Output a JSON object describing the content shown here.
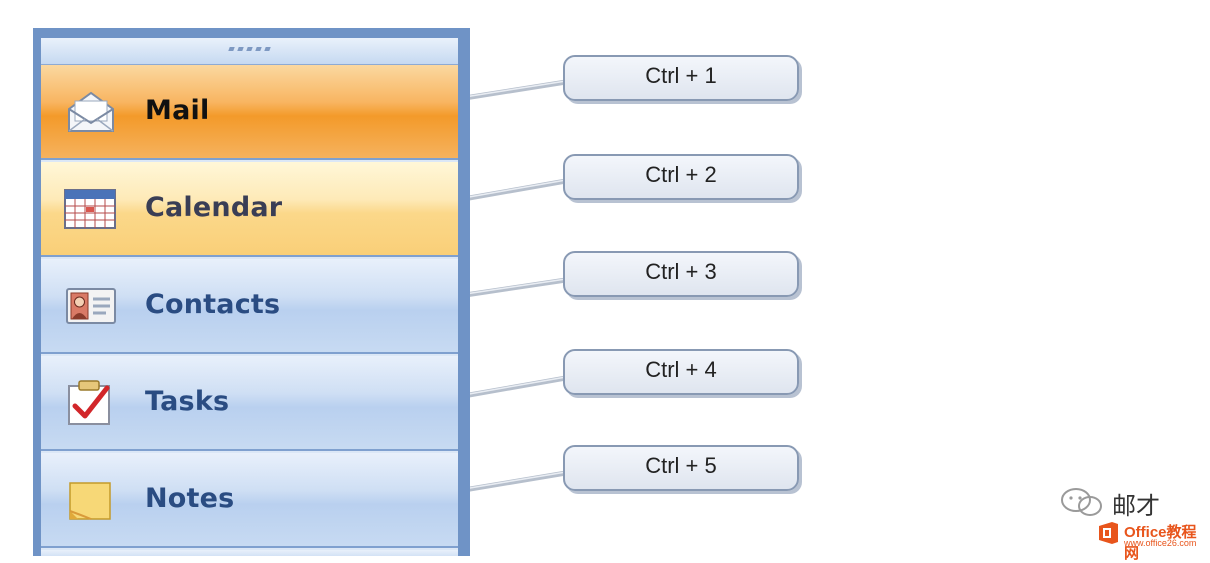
{
  "navigation_pane": {
    "items": [
      {
        "label": "Mail",
        "icon": "mail-envelope-icon",
        "state": "selected"
      },
      {
        "label": "Calendar",
        "icon": "calendar-icon",
        "state": "hover"
      },
      {
        "label": "Contacts",
        "icon": "contact-card-icon",
        "state": "normal"
      },
      {
        "label": "Tasks",
        "icon": "task-checkmark-icon",
        "state": "normal"
      },
      {
        "label": "Notes",
        "icon": "sticky-note-icon",
        "state": "normal"
      }
    ]
  },
  "shortcuts": [
    "Ctrl + 1",
    "Ctrl + 2",
    "Ctrl + 3",
    "Ctrl + 4",
    "Ctrl + 5"
  ],
  "watermark": {
    "account": "邮才",
    "site": "Office教程网",
    "url": "www.office26.com"
  },
  "colors": {
    "pane_border": "#6f93c6",
    "selected": "#f39a2a",
    "hover": "#fbd88a",
    "label_text": "#2a4c82",
    "watermark_orange": "#e8551c"
  }
}
